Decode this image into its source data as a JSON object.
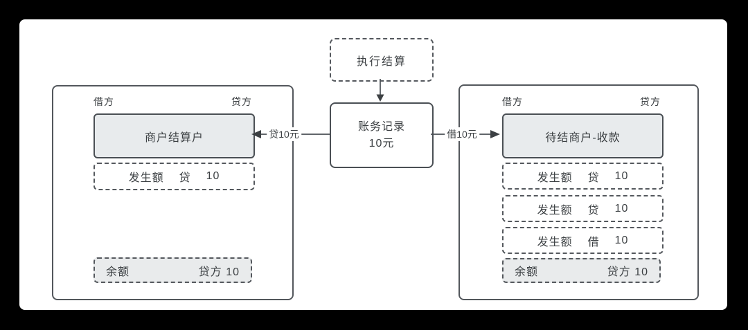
{
  "colors": {
    "frame_background": "#000000",
    "canvas_background": "#ffffff",
    "box_fill": "#e8ebed",
    "line": "#4a4f54",
    "text": "#3c4043"
  },
  "trigger": {
    "label": "执行结算"
  },
  "record": {
    "line1": "账务记录",
    "line2": "10元"
  },
  "arrows": {
    "left_label": "贷10元",
    "right_label": "借10元"
  },
  "left_account": {
    "debit_header": "借方",
    "credit_header": "贷方",
    "title": "商户结算户",
    "entries": [
      {
        "label": "发生额",
        "side": "贷",
        "amount": "10"
      }
    ],
    "balance": {
      "label": "余额",
      "value": "贷方 10"
    }
  },
  "right_account": {
    "debit_header": "借方",
    "credit_header": "贷方",
    "title": "待结商户-收款",
    "entries": [
      {
        "label": "发生额",
        "side": "贷",
        "amount": "10"
      },
      {
        "label": "发生额",
        "side": "贷",
        "amount": "10"
      },
      {
        "label": "发生额",
        "side": "借",
        "amount": "10"
      }
    ],
    "balance": {
      "label": "余额",
      "value": "贷方 10"
    }
  }
}
